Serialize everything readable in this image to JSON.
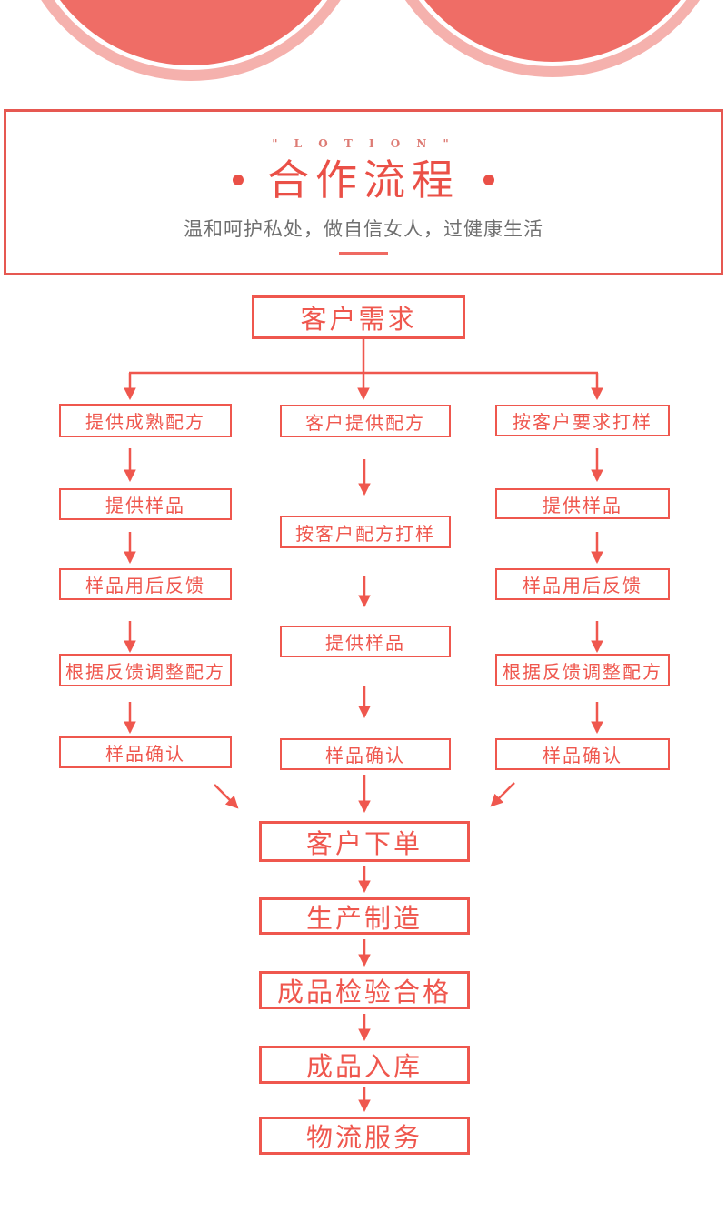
{
  "header": {
    "brand_label": "\" L O T I O N \"",
    "title": "合作流程",
    "subtitle": "温和呵护私处，做自信女人，过健康生活"
  },
  "flow": {
    "root": "客户需求",
    "branches": {
      "left": [
        "提供成熟配方",
        "提供样品",
        "样品用后反馈",
        "根据反馈调整配方",
        "样品确认"
      ],
      "middle": [
        "客户提供配方",
        "按客户配方打样",
        "提供样品",
        "样品确认"
      ],
      "right": [
        "按客户要求打样",
        "提供样品",
        "样品用后反馈",
        "根据反馈调整配方",
        "样品确认"
      ]
    },
    "final": [
      "客户下单",
      "生产制造",
      "成品检验合格",
      "成品入库",
      "物流服务"
    ]
  },
  "colors": {
    "primary_red": "#ef574e",
    "header_border": "#e65851",
    "circle_fill": "#ef6d66",
    "circle_ring": "#f5b1ad",
    "subtitle_gray": "#6f6f6f"
  },
  "icons": {
    "title_dot_left": "round-bullet",
    "title_dot_right": "round-bullet"
  }
}
